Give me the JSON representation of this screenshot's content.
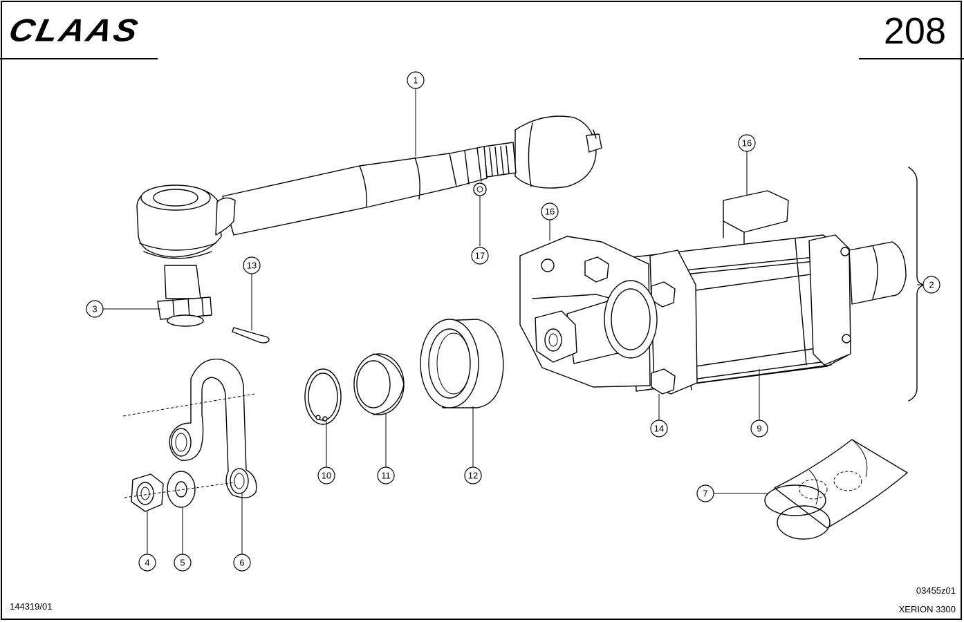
{
  "header": {
    "brand": "CLAAS",
    "page_number": "208"
  },
  "footer": {
    "drawing_number": "144319/01",
    "figure_code": "03455z01",
    "model": "XERION 3300"
  },
  "callouts": [
    "1",
    "2",
    "3",
    "4",
    "5",
    "6",
    "7",
    "9",
    "10",
    "11",
    "12",
    "13",
    "14",
    "16",
    "16",
    "17"
  ],
  "colors": {
    "ink": "#000000",
    "paper": "#ffffff"
  }
}
